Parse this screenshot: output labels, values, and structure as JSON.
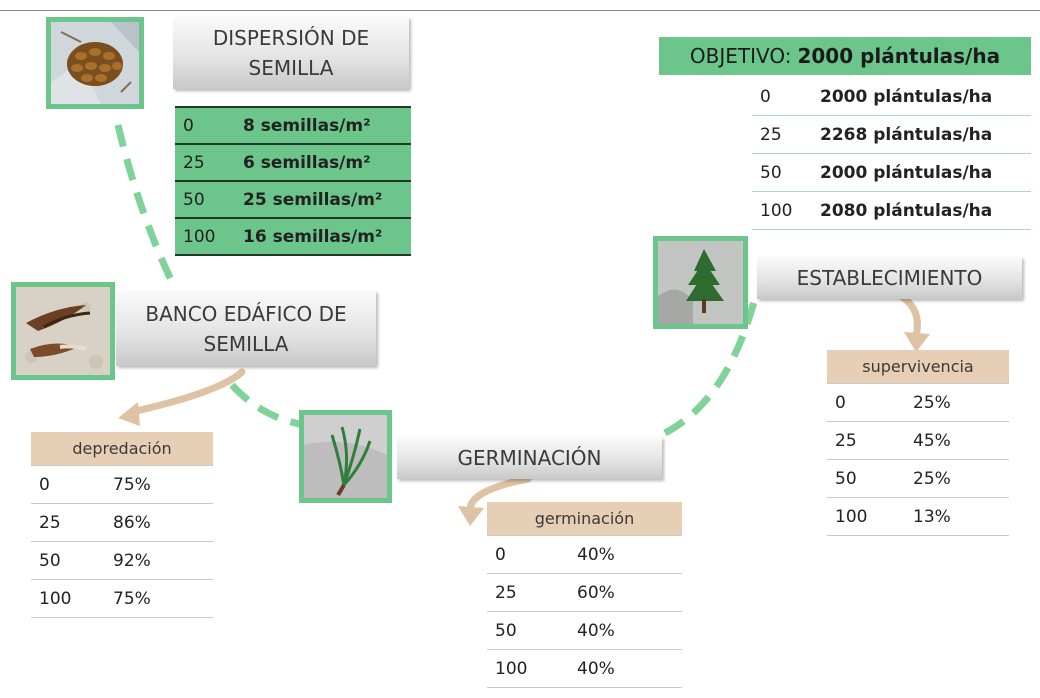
{
  "stages": {
    "dispersion": [
      "DISPERSIÓN DE",
      "SEMILLA"
    ],
    "banco": [
      "BANCO EDÁFICO DE",
      "SEMILLA"
    ],
    "germinacion": [
      "GERMINACIÓN"
    ],
    "establecimiento": [
      "ESTABLECIMIENTO"
    ]
  },
  "photos": {
    "dispersion": "pine-cone-photo",
    "banco": "winged-seeds-photo",
    "germinacion": "seedling-sprout-photo",
    "establecimiento": "young-pine-photo"
  },
  "seed_dispersal": {
    "rows": [
      [
        "0",
        "8 semillas/m²"
      ],
      [
        "25",
        "6 semillas/m²"
      ],
      [
        "50",
        "25 semillas/m²"
      ],
      [
        "100",
        "16 semillas/m²"
      ]
    ]
  },
  "objective": {
    "label": "OBJETIVO:",
    "value": "2000 plántulas/ha",
    "rows": [
      [
        "0",
        "2000 plántulas/ha"
      ],
      [
        "25",
        "2268 plántulas/ha"
      ],
      [
        "50",
        "2000 plántulas/ha"
      ],
      [
        "100",
        "2080 plántulas/ha"
      ]
    ]
  },
  "predation": {
    "header": "depredación",
    "rows": [
      [
        "0",
        "75%"
      ],
      [
        "25",
        "86%"
      ],
      [
        "50",
        "92%"
      ],
      [
        "100",
        "75%"
      ]
    ]
  },
  "germination": {
    "header": "germinación",
    "rows": [
      [
        "0",
        "40%"
      ],
      [
        "25",
        "60%"
      ],
      [
        "50",
        "40%"
      ],
      [
        "100",
        "40%"
      ]
    ]
  },
  "survival": {
    "header": "supervivencia",
    "rows": [
      [
        "0",
        "25%"
      ],
      [
        "25",
        "45%"
      ],
      [
        "50",
        "25%"
      ],
      [
        "100",
        "13%"
      ]
    ]
  },
  "colors": {
    "accent_green": "#6cc58b",
    "dash_green": "#7fd39a",
    "tan_header": "#e6cfb5",
    "arrow_tan": "#ddc2a3"
  }
}
